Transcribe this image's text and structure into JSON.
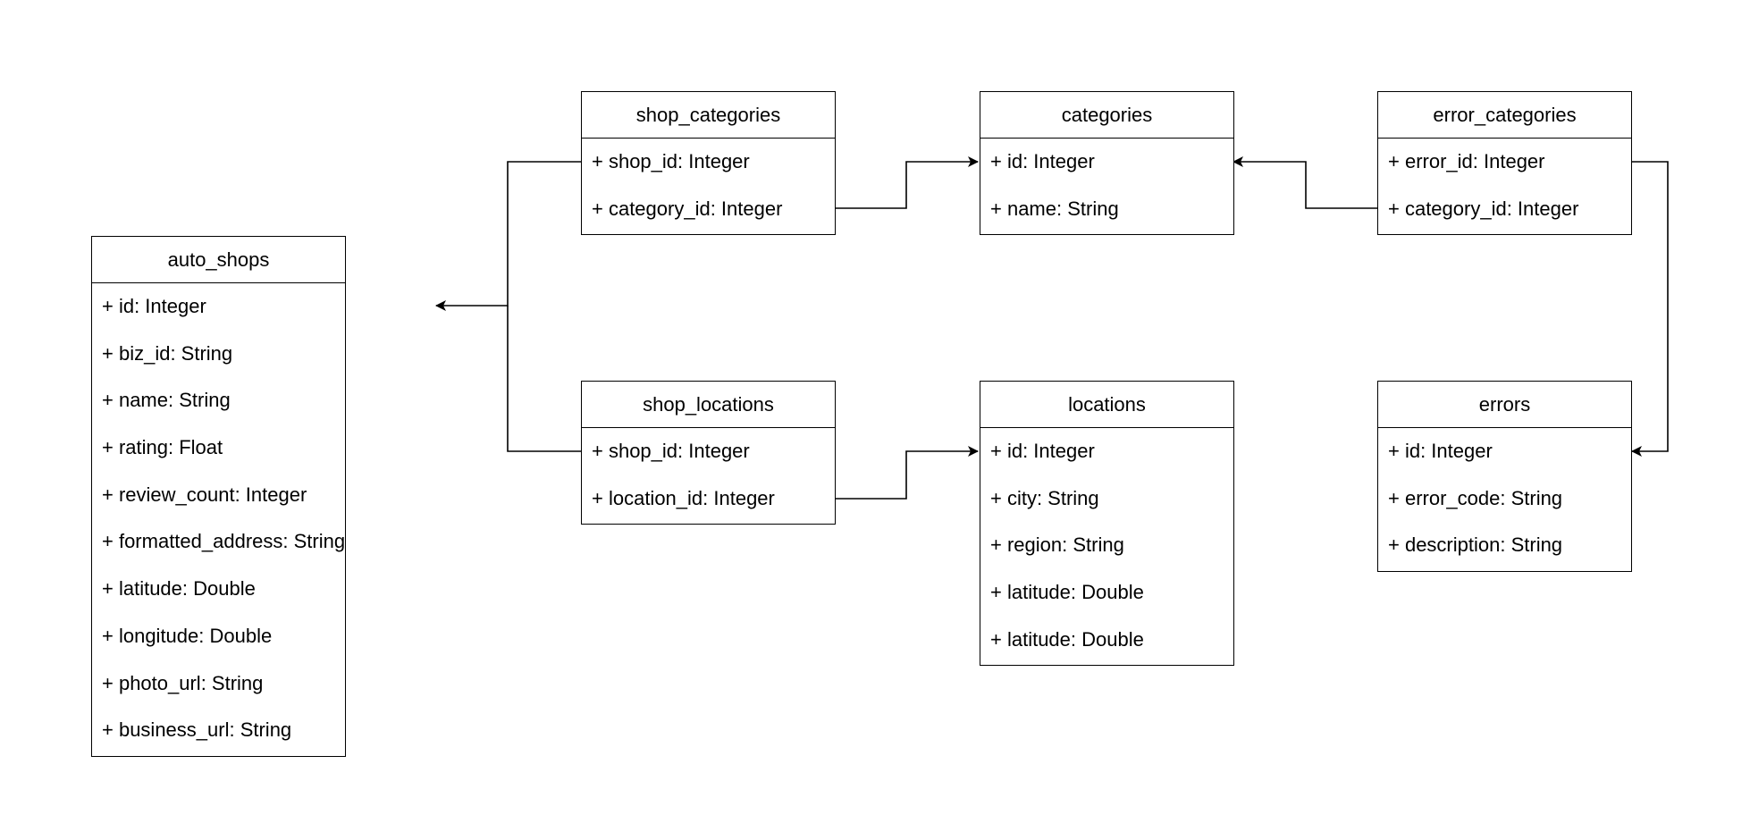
{
  "entities": {
    "auto_shops": {
      "title": "auto_shops",
      "attributes": [
        "+ id: Integer",
        "+ biz_id: String",
        "+ name: String",
        "+ rating: Float",
        "+ review_count: Integer",
        "+ formatted_address: String",
        "+ latitude: Double",
        "+ longitude: Double",
        "+ photo_url: String",
        "+ business_url: String"
      ]
    },
    "shop_categories": {
      "title": "shop_categories",
      "attributes": [
        "+ shop_id: Integer",
        "+ category_id: Integer"
      ]
    },
    "categories": {
      "title": "categories",
      "attributes": [
        "+ id: Integer",
        "+ name: String"
      ]
    },
    "error_categories": {
      "title": "error_categories",
      "attributes": [
        "+ error_id: Integer",
        "+ category_id: Integer"
      ]
    },
    "shop_locations": {
      "title": "shop_locations",
      "attributes": [
        "+ shop_id: Integer",
        "+ location_id: Integer"
      ]
    },
    "locations": {
      "title": "locations",
      "attributes": [
        "+ id: Integer",
        "+ city: String",
        "+ region: String",
        "+ latitude: Double",
        "+ latitude: Double"
      ]
    },
    "errors": {
      "title": "errors",
      "attributes": [
        "+ id: Integer",
        "+ error_code: String",
        "+ description: String"
      ]
    }
  },
  "colors": {
    "stroke": "#000000",
    "background": "#ffffff"
  }
}
